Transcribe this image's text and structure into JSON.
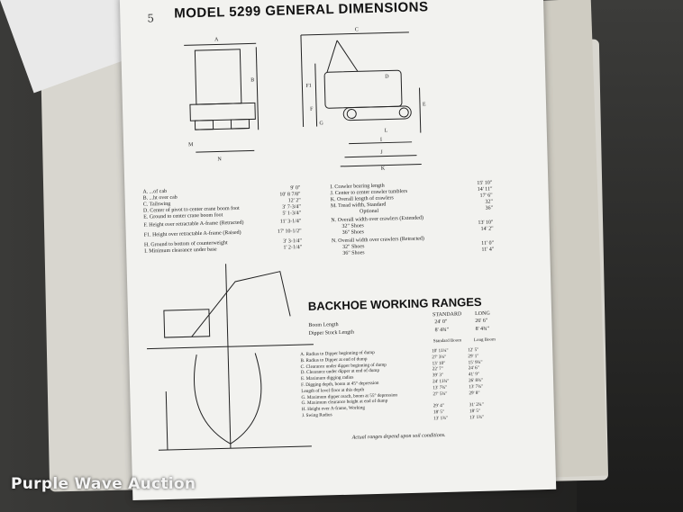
{
  "title": "MODEL 5299 GENERAL DIMENSIONS",
  "corner_mark": "5",
  "specs_left": [
    {
      "label": "A. ...of cab",
      "value": "9' 0\""
    },
    {
      "label": "B. ...ht over cab",
      "value": "10' 8 7/8\""
    },
    {
      "label": "C. Tailswing",
      "value": "12' 2\""
    },
    {
      "label": "D. Center of pivot to center crane boom foot",
      "value": "3' 7-3/4\""
    },
    {
      "label": "E. Ground to center crane boom foot",
      "value": "5' 1-3/4\""
    },
    {
      "label": "F. Height over retractable A-frame (Retracted)",
      "value": "11' 3-1/4\""
    },
    {
      "label": "F1. Height over retractable A-frame (Raised)",
      "value": "17' 10-1/2\""
    },
    {
      "label": "H. Ground to bottom of counterweight",
      "value": "3' 3-1/4\""
    },
    {
      "label": "I. Minimum clearance under base",
      "value": "1' 2-1/4\""
    }
  ],
  "specs_right": [
    {
      "label": "I. Crawler bearing length",
      "value": "15' 10\""
    },
    {
      "label": "J. Center to center crawler tumblers",
      "value": "14' 11\""
    },
    {
      "label": "K. Overall length of crawlers",
      "value": "17' 6\""
    },
    {
      "label": "M. Tread width, Standard",
      "value": "32\""
    },
    {
      "label": "Optional",
      "value": "36\""
    },
    {
      "label": "N. Overall width over crawlers (Extended)",
      "value": ""
    },
    {
      "label": "32\" Shoes",
      "value": "13' 10\""
    },
    {
      "label": "36\" Shoes",
      "value": "14' 2\""
    },
    {
      "label": "N. Overall width over crawlers (Retracted)",
      "value": ""
    },
    {
      "label": "32\" Shoes",
      "value": "11' 0\""
    },
    {
      "label": "36\" Shoes",
      "value": "11' 4\""
    }
  ],
  "backhoe": {
    "heading": "BACKHOE WORKING RANGES",
    "col_standard": "STANDARD",
    "col_long": "LONG",
    "boom_length_label": "Boom Length",
    "boom_standard": "24' 0\"",
    "boom_long": "26' 6\"",
    "dipper_label": "Dipper Stock Length",
    "dipper_standard": "8' 4¾\"",
    "dipper_long": "8' 4¾\"",
    "sub_standard": "Standard Boom",
    "sub_long": "Long Boom",
    "rows": [
      {
        "label": "A. Radius to Dipper beginning of dump",
        "std": "10' 11¼\"",
        "long": "12' 5\""
      },
      {
        "label": "B. Radius to Dipper at end of dump",
        "std": "27' 3¼\"",
        "long": "29' 1\""
      },
      {
        "label": "C. Clearance under dipper beginning of dump",
        "std": "13' 10\"",
        "long": "15' 9¾\""
      },
      {
        "label": "D. Clearance under dipper at end of dump",
        "std": "22' 7\"",
        "long": "24' 6\""
      },
      {
        "label": "E. Maximum digging radius",
        "std": "39' 3\"",
        "long": "41' 9\""
      },
      {
        "label": "F. Digging depth, boom at 45° depression",
        "std": "24' 11¾\"",
        "long": "26' 8¾\""
      },
      {
        "label": "Length of level floor at this depth",
        "std": "13' 7¾\"",
        "long": "13' 7¾\""
      },
      {
        "label": "G. Maximum dipper reach, boom at 55° depression",
        "std": "27' 5¾\"",
        "long": "29' 8\""
      },
      {
        "label": "G. Maximum clearance height at end of dump",
        "std": "",
        "long": ""
      },
      {
        "label": "H. Height over A-frame, Working",
        "std": "29' 4\"",
        "long": "31' 2¾\""
      },
      {
        "label": "J. Swing Radius",
        "std": "18' 5\"",
        "long": "18' 5\""
      },
      {
        "label": "",
        "std": "13' 1¾\"",
        "long": "13' 1¾\""
      }
    ],
    "note": "Actual ranges depend upon soil conditions."
  },
  "watermark": "Purple Wave Auction"
}
